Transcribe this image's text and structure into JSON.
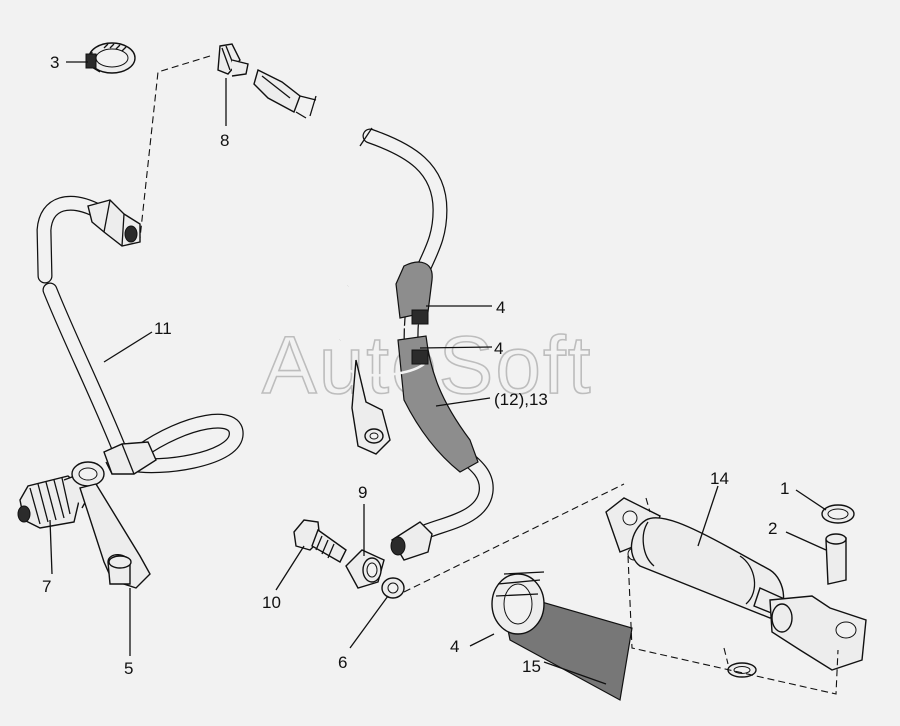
{
  "watermark": "AutoSoft",
  "callouts": {
    "c1": "1",
    "c2": "2",
    "c3": "3",
    "c4a": "4",
    "c4b": "4",
    "c4c": "4",
    "c5": "5",
    "c6": "6",
    "c7": "7",
    "c8": "8",
    "c9": "9",
    "c10": "10",
    "c11": "11",
    "c12_13": "(12),13",
    "c14": "14",
    "c15": "15"
  }
}
